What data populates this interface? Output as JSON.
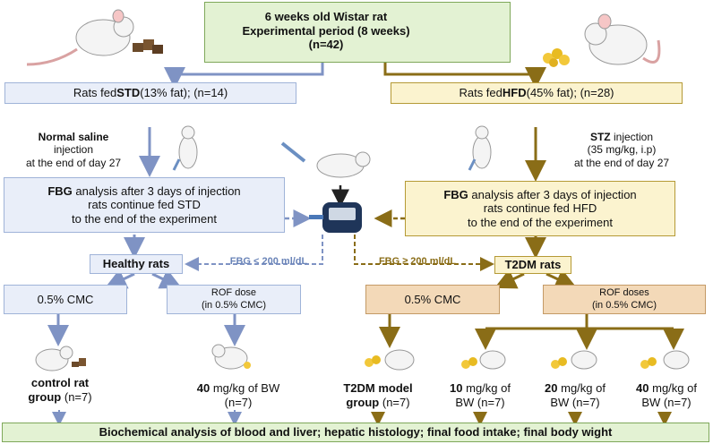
{
  "top": {
    "line1": "6 weeks old Wistar rat",
    "line2": "Experimental period (8 weeks)",
    "line3": "(n=42)"
  },
  "std_group": {
    "pre": "Rats fed ",
    "bold": "STD",
    "post": " (13% fat); (n=14)"
  },
  "hfd_group": {
    "pre": "Rats fed ",
    "bold": "HFD",
    "post": " (45% fat); (n=28)"
  },
  "saline": {
    "bold": "Normal saline",
    "l2": "injection",
    "l3": "at the end of day 27"
  },
  "stz": {
    "bold": "STZ",
    "l1rest": " injection",
    "l2": "(35 mg/kg, i.p)",
    "l3": "at the end of day 27"
  },
  "fbg_left": {
    "bold": "FBG",
    "l1rest": " analysis after 3 days of injection",
    "l2": "rats continue fed STD",
    "l3": "to the end of the experiment"
  },
  "fbg_right": {
    "bold": "FBG",
    "l1rest": " analysis after 3 days of injection",
    "l2": "rats continue fed HFD",
    "l3": "to the end of the experiment"
  },
  "healthy": "Healthy rats",
  "t2dm": "T2DM rats",
  "fbg_low": "FBG < 200 ml/dL",
  "fbg_high": "FBG ≥ 200 ml/dL",
  "cmc_left": "0.5% CMC",
  "cmc_right": "0.5% CMC",
  "rof_left": {
    "l1": "ROF dose",
    "l2": "(in 0.5% CMC)"
  },
  "rof_right": {
    "l1": "ROF doses",
    "l2": "(in 0.5% CMC)"
  },
  "control": {
    "l1": "control rat",
    "l2b": "group",
    "l2rest": " (n=7)"
  },
  "dose40_left": {
    "bold": "40",
    "l1rest": " mg/kg of BW",
    "l2": "(n=7)"
  },
  "t2dm_model": {
    "l1": "T2DM model",
    "l2b": "group",
    "l2rest": " (n=7)"
  },
  "dose10": {
    "bold": "10",
    "l1rest": " mg/kg of",
    "l2": "BW (n=7)"
  },
  "dose20": {
    "bold": "20",
    "l1rest": " mg/kg of",
    "l2": "BW (n=7)"
  },
  "dose40_right": {
    "bold": "40",
    "l1rest": " mg/kg of",
    "l2": "BW (n=7)"
  },
  "bottom": "Biochemical analysis of blood and liver; hepatic histology; final food intake; final body wight",
  "colors": {
    "std": "#7f93c4",
    "hfd": "#8a6d17",
    "blue_fill": "#e9eef9",
    "yellow_fill": "#fbf3cf",
    "green_fill": "#e3f2d3",
    "peach_fill": "#f3d9b8"
  }
}
